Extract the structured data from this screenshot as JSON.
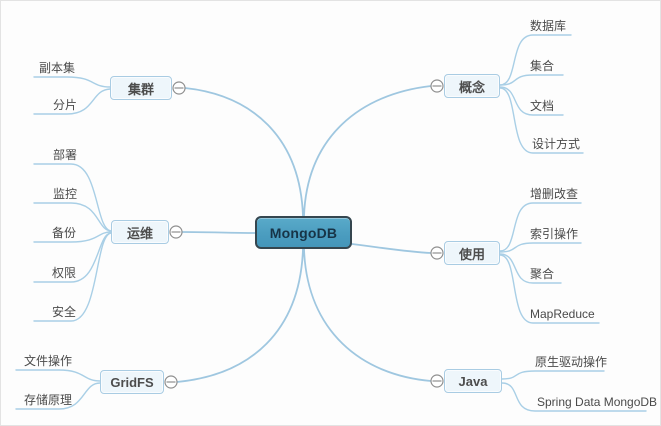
{
  "root": {
    "label": "MongoDB"
  },
  "branches": [
    {
      "label": "集群",
      "side": "left",
      "children": [
        {
          "label": "副本集"
        },
        {
          "label": "分片"
        }
      ]
    },
    {
      "label": "运维",
      "side": "left",
      "children": [
        {
          "label": "部署"
        },
        {
          "label": "监控"
        },
        {
          "label": "备份"
        },
        {
          "label": "权限"
        },
        {
          "label": "安全"
        }
      ]
    },
    {
      "label": "GridFS",
      "side": "left",
      "children": [
        {
          "label": "文件操作"
        },
        {
          "label": "存储原理"
        }
      ]
    },
    {
      "label": "概念",
      "side": "right",
      "children": [
        {
          "label": "数据库"
        },
        {
          "label": "集合"
        },
        {
          "label": "文档"
        },
        {
          "label": "设计方式"
        }
      ]
    },
    {
      "label": "使用",
      "side": "right",
      "children": [
        {
          "label": "增删改查"
        },
        {
          "label": "索引操作"
        },
        {
          "label": "聚合"
        },
        {
          "label": "MapReduce"
        }
      ]
    },
    {
      "label": "Java",
      "side": "right",
      "children": [
        {
          "label": "原生驱动操作"
        },
        {
          "label": "Spring Data MongoDB"
        }
      ]
    }
  ],
  "icons": {
    "expander": "collapse-minus-icon"
  },
  "colors": {
    "root_fill": "#4A9CBF",
    "root_border": "#35464F",
    "root_text": "#173447",
    "branch_fill": "#EEF6FB",
    "branch_border": "#A9CCE3",
    "branch_text": "#4D4D4D",
    "leaf_text": "#4A4A4A",
    "connector": "#9FC7E0",
    "expander_stroke": "#8F8F8F"
  }
}
